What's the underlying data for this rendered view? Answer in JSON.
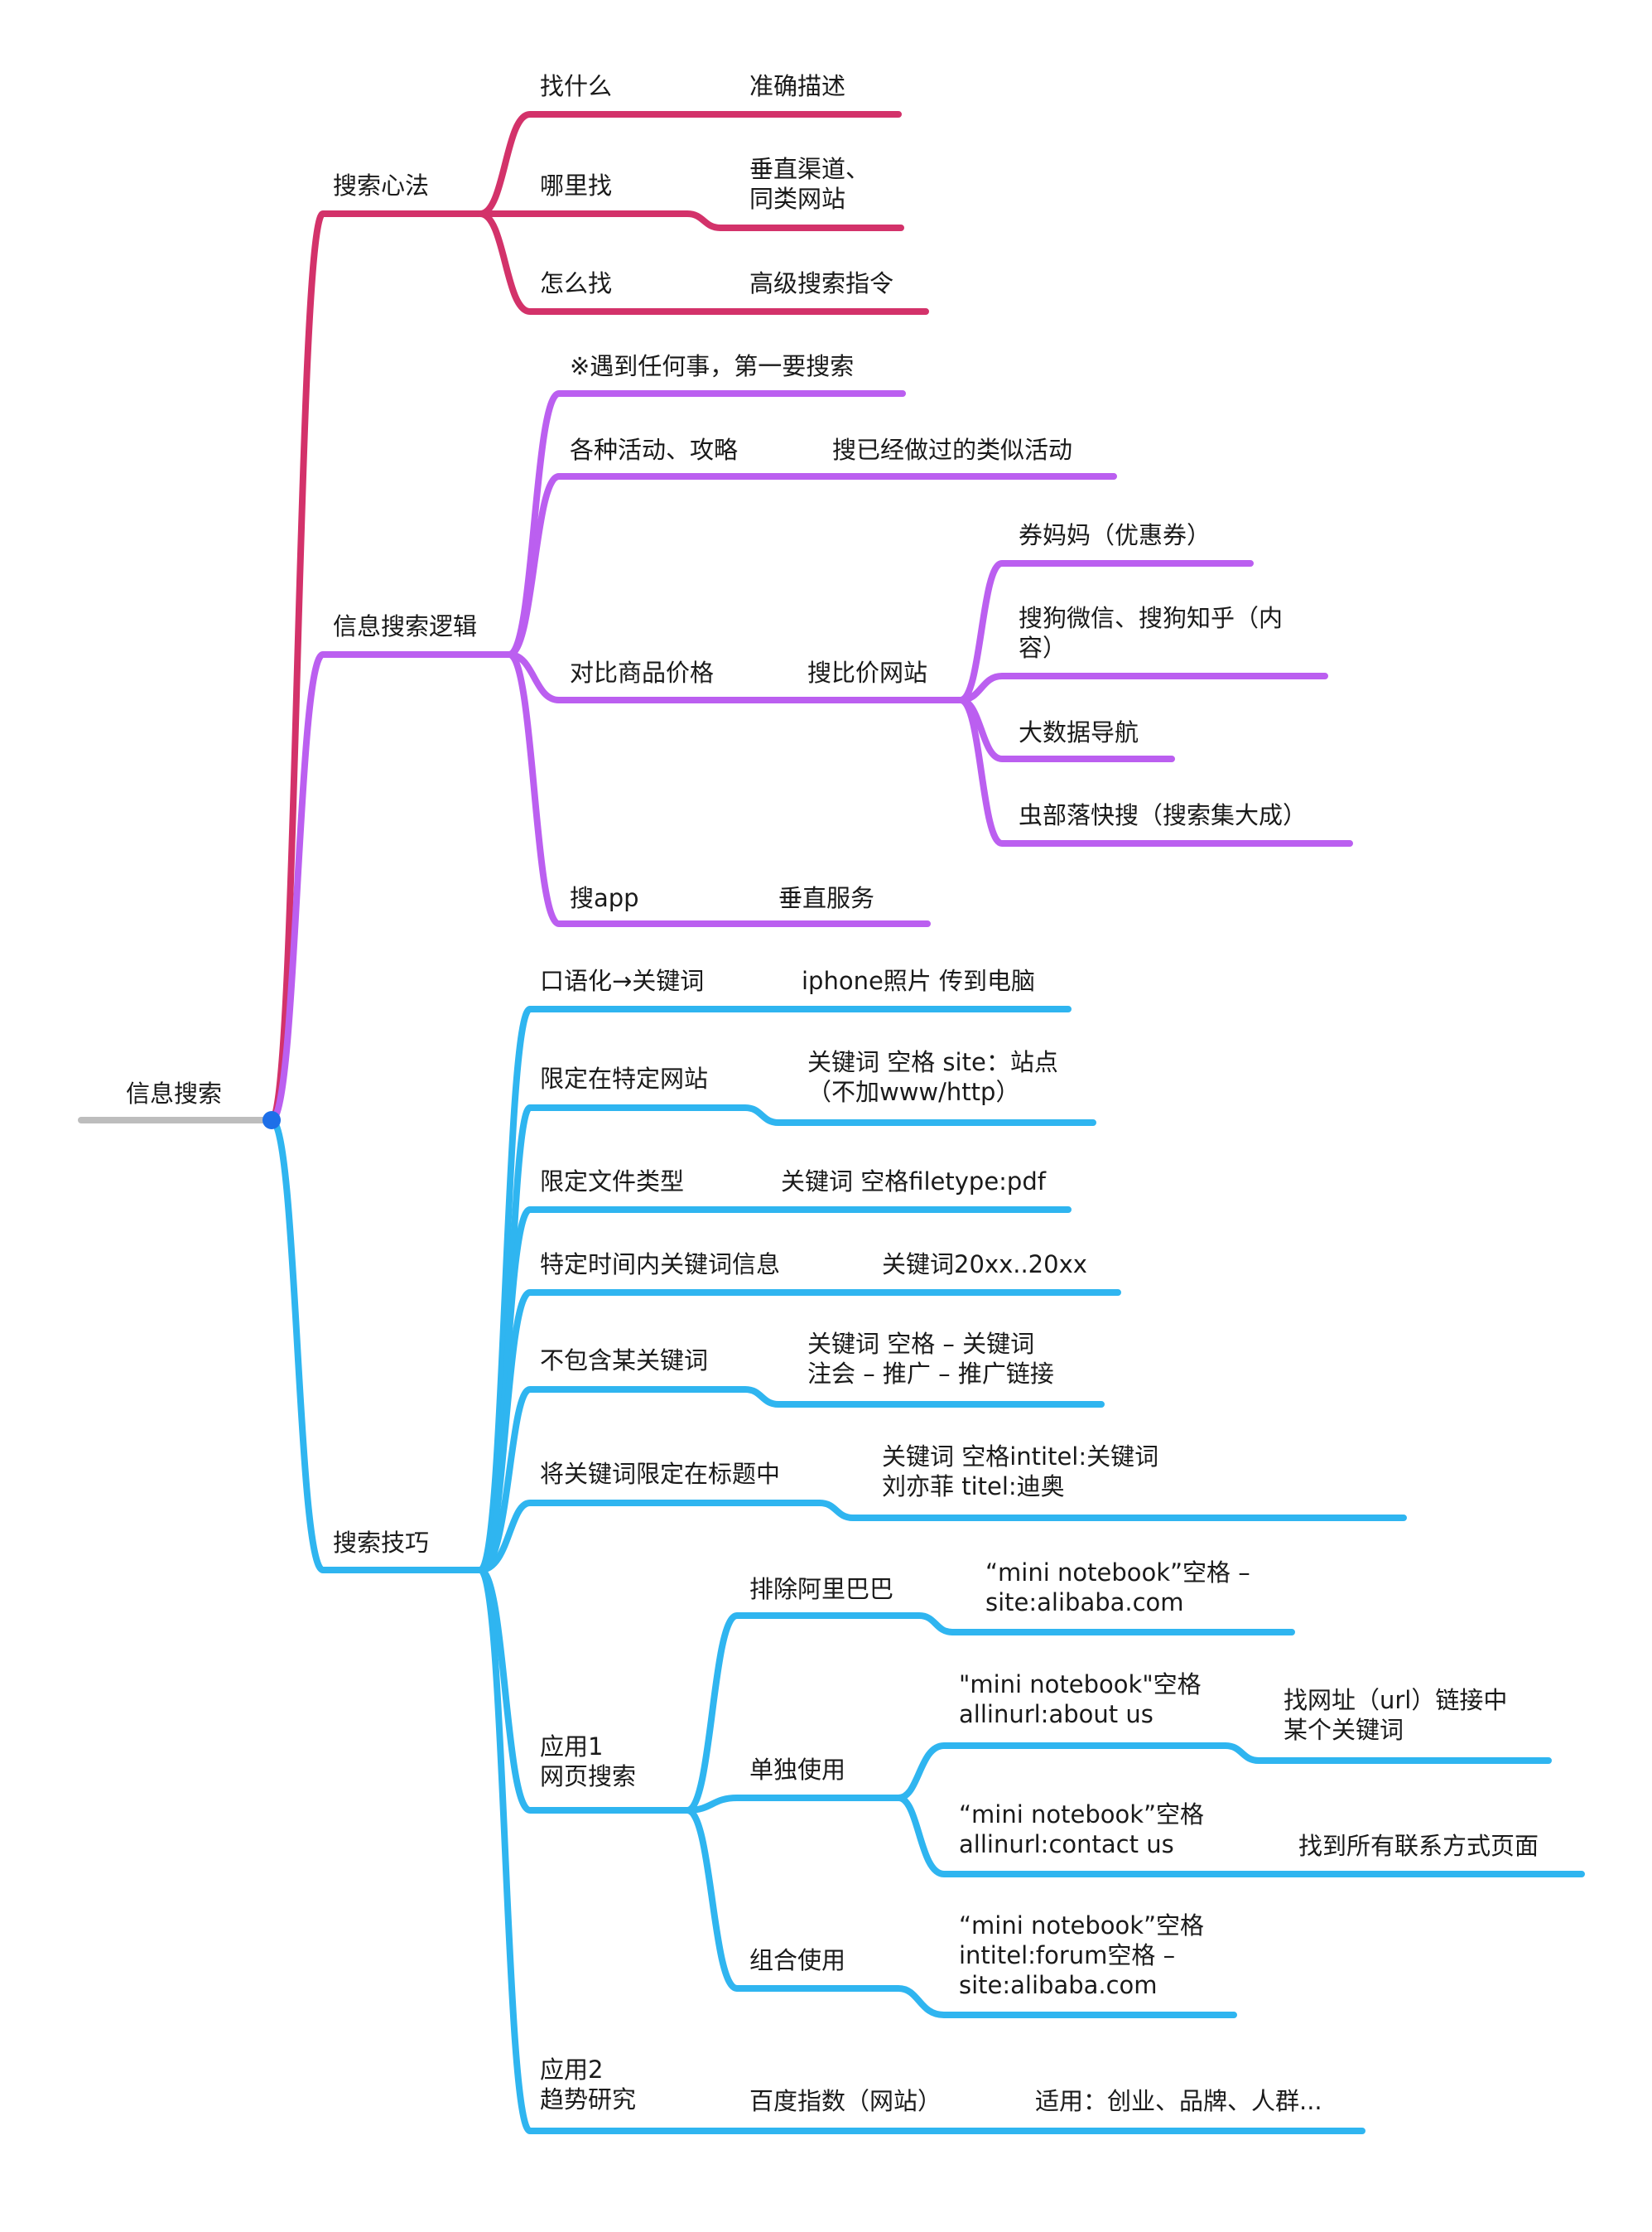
{
  "colors": {
    "root_line": "#bdbdbd",
    "root_dot": "#1e6fe8",
    "branch_1": "#d3326a",
    "branch_2": "#bb5ff0",
    "branch_3": "#2fb5f0",
    "text": "#1a1a1a"
  },
  "root": {
    "label": "信息搜索"
  },
  "branches": [
    {
      "label": "搜索心法",
      "children": [
        {
          "label": "找什么",
          "detail": "准确描述"
        },
        {
          "label": "哪里找",
          "detail": [
            "垂直渠道、",
            "同类网站"
          ]
        },
        {
          "label": "怎么找",
          "detail": "高级搜索指令"
        }
      ]
    },
    {
      "label": "信息搜索逻辑",
      "children": [
        {
          "label": "※遇到任何事，第一要搜索"
        },
        {
          "label": "各种活动、攻略",
          "detail": "搜已经做过的类似活动"
        },
        {
          "label": "对比商品价格",
          "detail": "搜比价网站",
          "sites": [
            "券妈妈（优惠券）",
            [
              "搜狗微信、搜狗知乎（内",
              "容）"
            ],
            "大数据导航",
            "虫部落快搜（搜索集大成）"
          ]
        },
        {
          "label": "搜app",
          "detail": "垂直服务"
        }
      ]
    },
    {
      "label": "搜索技巧",
      "children": [
        {
          "label": "口语化→关键词",
          "detail": "iphone照片 传到电脑"
        },
        {
          "label": "限定在特定网站",
          "detail": [
            "关键词 空格 site：站点",
            "（不加www/http）"
          ]
        },
        {
          "label": "限定文件类型",
          "detail": "关键词 空格filetype:pdf"
        },
        {
          "label": "特定时间内关键词信息",
          "detail": "关键词20xx..20xx"
        },
        {
          "label": "不包含某关键词",
          "detail": [
            "关键词 空格 – 关键词",
            "注会 – 推广 – 推广链接"
          ]
        },
        {
          "label": "将关键词限定在标题中",
          "detail": [
            "关键词 空格intitel:关键词",
            "刘亦菲 titel:迪奥"
          ]
        },
        {
          "label": [
            "应用1",
            "网页搜索"
          ],
          "children": [
            {
              "label": "排除阿里巴巴",
              "detail": [
                "“mini notebook”空格 –",
                "site:alibaba.com"
              ]
            },
            {
              "label": "单独使用",
              "items": [
                {
                  "query": [
                    "\"mini notebook\"空格",
                    "allinurl:about us"
                  ],
                  "note": [
                    "找网址（url）链接中",
                    "某个关键词"
                  ]
                },
                {
                  "query": [
                    "“mini notebook”空格",
                    "allinurl:contact us"
                  ],
                  "note": "找到所有联系方式页面"
                }
              ]
            },
            {
              "label": "组合使用",
              "detail": [
                "“mini notebook”空格",
                "intitel:forum空格 –",
                "site:alibaba.com"
              ]
            }
          ]
        },
        {
          "label": [
            "应用2",
            "趋势研究"
          ],
          "detail": "百度指数（网站）",
          "note": "适用：创业、品牌、人群..."
        }
      ]
    }
  ]
}
